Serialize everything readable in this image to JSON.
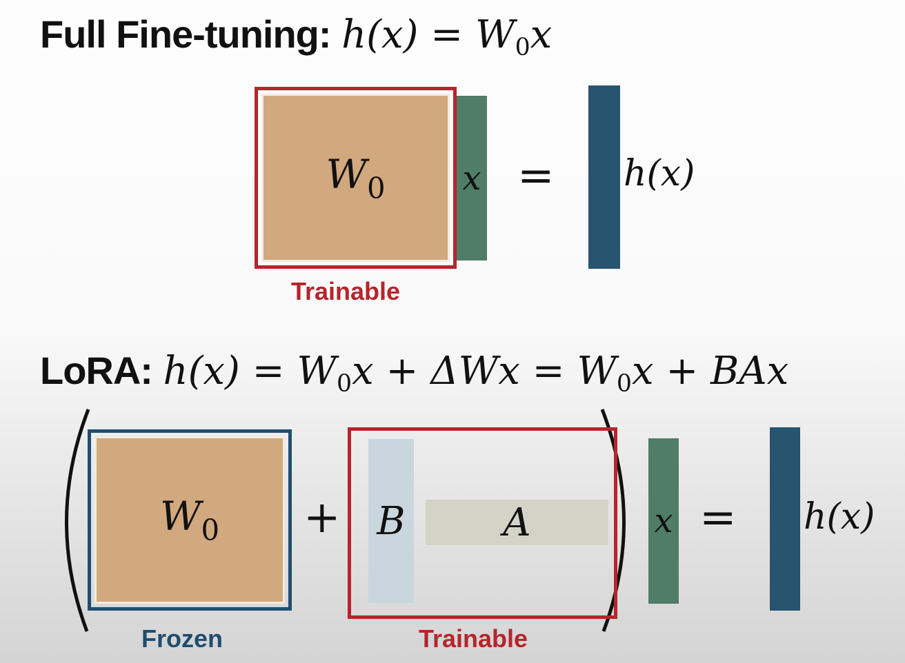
{
  "full_ft": {
    "heading_label": "Full Fine-tuning:",
    "equation": {
      "lhs": "h(x)",
      "eq": "=",
      "w": "W",
      "w_sub": "0",
      "x": "x"
    },
    "diagram": {
      "matrix_symbol": "W",
      "matrix_sub": "0",
      "input_symbol": "x",
      "equals": "=",
      "output_label": "h(x)",
      "caption": "Trainable"
    }
  },
  "lora": {
    "heading_label": "LoRA:",
    "equation": {
      "lhs": "h(x)",
      "eq1": "=",
      "w1": "W",
      "w1_sub": "0",
      "x1": "x",
      "plus1": "+",
      "delta_term": "ΔWx",
      "eq2": "=",
      "w2": "W",
      "w2_sub": "0",
      "x2": "x",
      "plus2": "+",
      "ba_term": "BAx"
    },
    "diagram": {
      "frozen_symbol": "W",
      "frozen_sub": "0",
      "plus": "+",
      "b_symbol": "B",
      "a_symbol": "A",
      "input_symbol": "x",
      "equals": "=",
      "output_label": "h(x)",
      "frozen_caption": "Frozen",
      "trainable_caption": "Trainable"
    }
  },
  "colors": {
    "trainable_red": "#b5252c",
    "frozen_blue": "#1f4e6e",
    "matrix_tan": "#d2a87e",
    "input_green": "#4f7d67",
    "output_blue": "#27546e",
    "lora_b": "#c9d6de",
    "lora_a": "#d3d4c6"
  }
}
